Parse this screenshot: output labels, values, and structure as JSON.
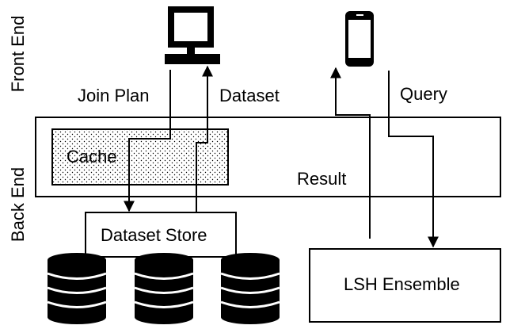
{
  "side_labels": {
    "front_end": "Front End",
    "back_end": "Back End"
  },
  "labels": {
    "join_plan": "Join Plan",
    "dataset": "Dataset",
    "query": "Query",
    "result": "Result",
    "cache": "Cache",
    "dataset_store": "Dataset Store",
    "lsh_ensemble": "LSH Ensemble"
  },
  "icons": [
    "desktop-computer-icon",
    "smartphone-icon",
    "database-icon",
    "database-icon",
    "database-icon"
  ],
  "colors": {
    "stroke": "#000000",
    "fill": "#ffffff",
    "cache_dots": "#000000"
  }
}
